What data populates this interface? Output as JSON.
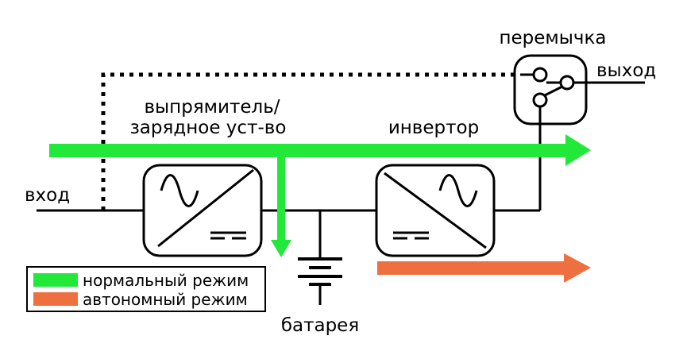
{
  "labels": {
    "bypass_switch": "перемычка",
    "output": "выход",
    "rectifier_line1": "выпрямитель/",
    "rectifier_line2": "зарядное уст-во",
    "inverter": "инвертор",
    "input": "вход",
    "battery": "батарея"
  },
  "legend": {
    "items": [
      {
        "label": "нормальный режим",
        "color": "#22e83a"
      },
      {
        "label": "автономный режим",
        "color": "#ee7040"
      }
    ]
  },
  "icons": {
    "ac": "sine-wave-icon",
    "dc": "dc-symbol-icon",
    "switch": "bypass-switch-icon",
    "battery": "battery-icon"
  },
  "colors": {
    "normal_mode": "#22e83a",
    "battery_mode": "#ee7040",
    "line": "#000000"
  }
}
